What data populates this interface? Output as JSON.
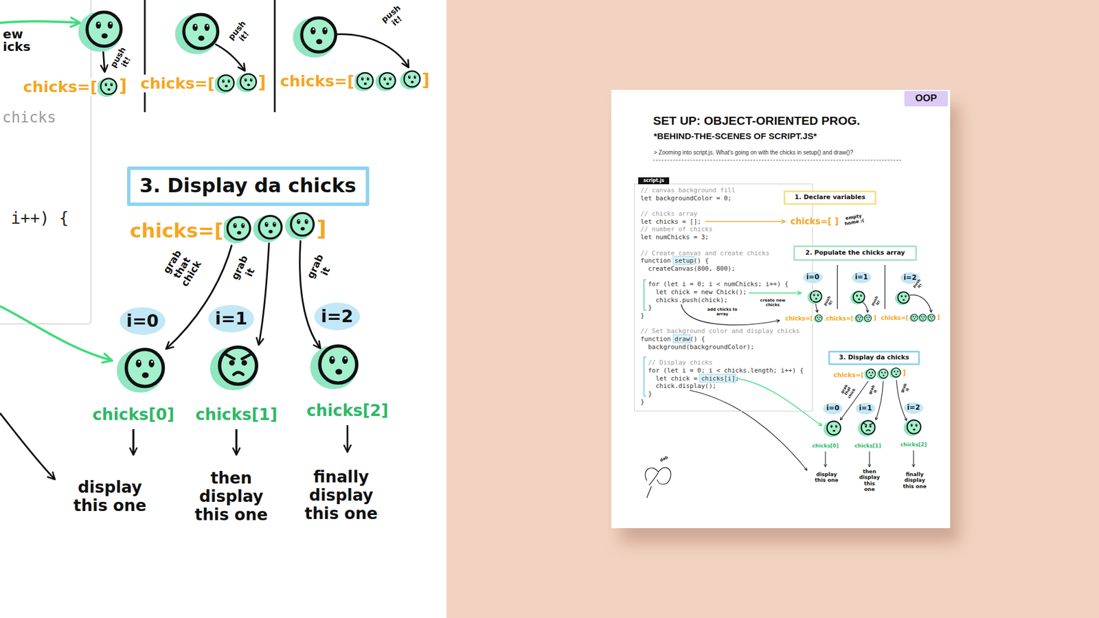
{
  "diagram": {
    "title": "SET UP: OBJECT-ORIENTED PROG.",
    "nodes": [
      {
        "text": [
          "3. Display da chicks"
        ]
      },
      {
        "text": [
          "i=0"
        ]
      },
      {
        "text": [
          "i=1"
        ]
      },
      {
        "text": [
          "i=2"
        ]
      },
      {
        "text": [
          "OOP"
        ]
      },
      {
        "text": [
          "script.js",
          "// canvas background fill",
          "let backgroundColor = 0;",
          "// chicks array",
          "let chicks = [];",
          "// number of chicks",
          "let numChicks = 3;",
          "// Create canvas and create chicks",
          "function setup() {",
          "  createCanvas(800, 800);",
          "  for (let i = 0; i < numChicks; i++) {",
          "    let chick = new Chick();",
          "    chicks.push(chick);",
          "  }",
          "}",
          "// Set background color and display chicks",
          "function draw() {",
          "  background(backgroundColor);",
          "  // Display chicks",
          "  for (let i = 0; i < chicks.length; i++) {",
          "    let chick = chicks[i];",
          "    chick.display();",
          "  }",
          "}"
        ]
      },
      {
        "text": [
          "1. Declare variables"
        ]
      },
      {
        "text": [
          "2. Populate the chicks array"
        ]
      },
      {
        "text": [
          "i=0"
        ]
      },
      {
        "text": [
          "i=1"
        ]
      },
      {
        "text": [
          "i=2"
        ]
      },
      {
        "text": [
          "3. Display da chicks"
        ]
      },
      {
        "text": [
          "i=0"
        ]
      },
      {
        "text": [
          "i=1"
        ]
      },
      {
        "text": [
          "i=2"
        ]
      }
    ],
    "labels": [
      "ew",
      "icks",
      "push it!",
      "chicks=[",
      "]",
      "push it!",
      "chicks=[",
      "]",
      "push it!",
      "chicks=[",
      "]",
      "chicks",
      "i++) {",
      "chicks=[",
      "]",
      "grab that chick",
      "grab it",
      "grab it",
      "chicks[0]",
      "chicks[1]",
      "chicks[2]",
      "display this one",
      "then display this one",
      "finally display this one",
      "*BEHIND-THE-SCENES OF SCRIPT.JS*",
      "> Zooming into script.js. What's going on with the chicks in setup() and draw()?",
      "chicks=[ ]",
      "empty home :(",
      "create new chicks",
      "add chicks to array",
      "push it!",
      "push it!",
      "push it!",
      "chicks=[",
      "]",
      "chicks=[",
      "]",
      "chicks=[",
      "]",
      "chicks=[",
      "]",
      "grab that chick",
      "grab it",
      "grab it",
      "chicks[0]",
      "chicks[1]",
      "chicks[2]",
      "display this one",
      "then display this one",
      "finally display this one",
      "dab"
    ]
  }
}
